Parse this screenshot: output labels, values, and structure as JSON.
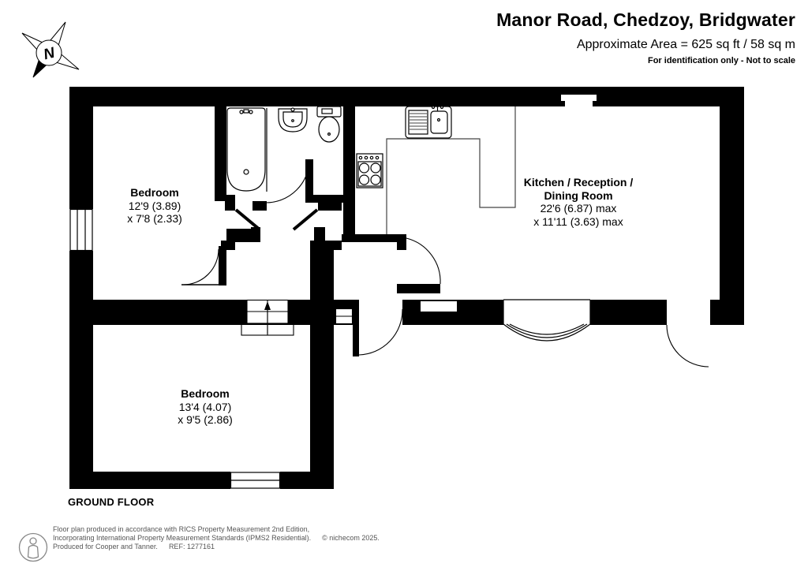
{
  "header": {
    "title": "Manor Road, Chedzoy, Bridgwater",
    "area": "Approximate Area = 625 sq ft / 58 sq m",
    "note": "For identification only - Not to scale"
  },
  "compass": {
    "north_label": "N"
  },
  "plan": {
    "floor_label": "GROUND FLOOR",
    "rooms": [
      {
        "id": "bedroom-1",
        "name": "Bedroom",
        "dims_line1": "12'9 (3.89)",
        "dims_line2": "x 7'8 (2.33)"
      },
      {
        "id": "kitchen-reception-dining",
        "name_line1": "Kitchen / Reception /",
        "name_line2": "Dining Room",
        "dims_line1": "22'6 (6.87) max",
        "dims_line2": "x 11'11 (3.63) max"
      },
      {
        "id": "bedroom-2",
        "name": "Bedroom",
        "dims_line1": "13'4 (4.07)",
        "dims_line2": "x 9'5 (2.86)"
      }
    ]
  },
  "footer": {
    "line1": "Floor plan produced in accordance with RICS Property Measurement 2nd Edition,",
    "line2": "Incorporating International Property Measurement Standards (IPMS2 Residential).",
    "copyright": "© nichecom 2025.",
    "line3": "Produced for Cooper and Tanner.",
    "ref": "REF: 1277161"
  }
}
